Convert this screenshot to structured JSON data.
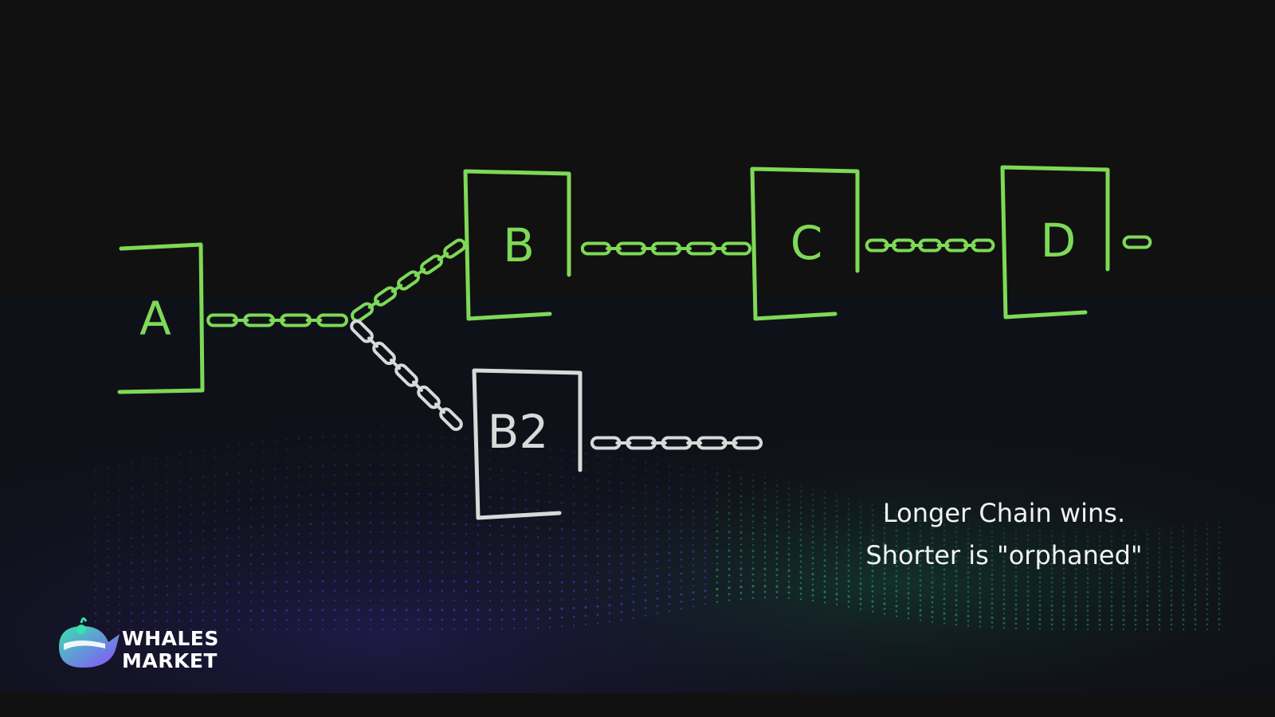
{
  "blocks": {
    "a": {
      "label": "A"
    },
    "b": {
      "label": "B"
    },
    "c": {
      "label": "C"
    },
    "d": {
      "label": "D"
    },
    "b2": {
      "label": "B2"
    }
  },
  "caption": {
    "line1": "Longer Chain wins.",
    "line2": "Shorter is \"orphaned\""
  },
  "logo": {
    "line1": "WHALES",
    "line2": "MARKET"
  },
  "colors": {
    "background": "#111111",
    "main_chain": "#7ed957",
    "orphan_chain": "#d9d9d9",
    "text": "#f2f2f2",
    "wave_purple": "#5a3ee0",
    "wave_green": "#2fc47a"
  },
  "icons": [
    "whale-logo-icon",
    "chain-link-icon"
  ]
}
